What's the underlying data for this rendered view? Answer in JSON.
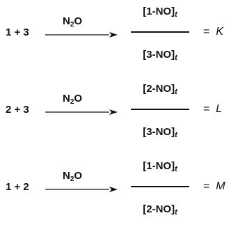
{
  "equations": [
    {
      "reactants": "1 + 3",
      "reagent_main": "N",
      "reagent_sub": "2",
      "reagent_tail": "O",
      "numerator": "[1-NO]",
      "numerator_sub": "t",
      "denominator": "[3-NO]",
      "denominator_sub": "t",
      "equals": "=",
      "constant": "K"
    },
    {
      "reactants": "2 + 3",
      "reagent_main": "N",
      "reagent_sub": "2",
      "reagent_tail": "O",
      "numerator": "[2-NO]",
      "numerator_sub": "t",
      "denominator": "[3-NO]",
      "denominator_sub": "t",
      "equals": "=",
      "constant": "L"
    },
    {
      "reactants": "1 + 2",
      "reagent_main": "N",
      "reagent_sub": "2",
      "reagent_tail": "O",
      "numerator": "[1-NO]",
      "numerator_sub": "t",
      "denominator": "[2-NO]",
      "denominator_sub": "t",
      "equals": "=",
      "constant": "M"
    }
  ]
}
